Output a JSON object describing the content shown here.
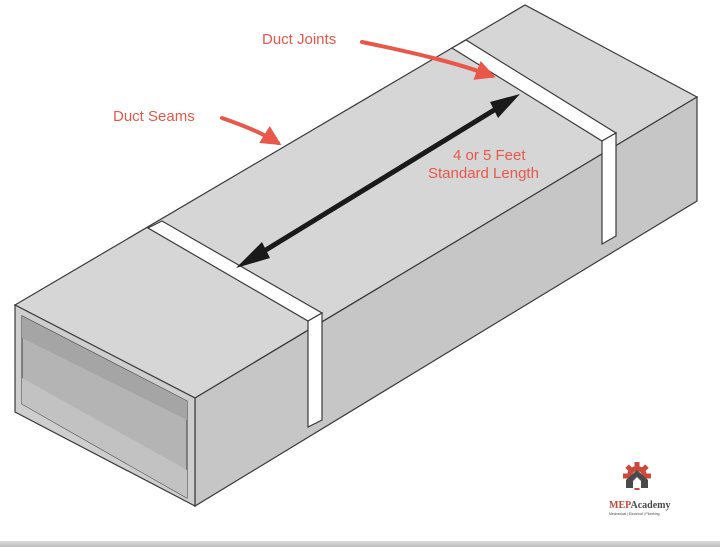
{
  "labels": {
    "duct_joints": "Duct Joints",
    "duct_seams": "Duct Seams",
    "length_line1": "4 or 5 Feet",
    "length_line2": "Standard Length"
  },
  "logo": {
    "brand_prefix": "MEP",
    "brand_suffix": "Academy",
    "tagline": "Mechanical | Electrical | Plumbing"
  },
  "colors": {
    "annotation": "#e8574a",
    "duct_top": "#d6d6d6",
    "duct_side": "#c6c6c6",
    "duct_inner": "#b4b4b4",
    "outline": "#3a3a3a",
    "dimension_arrow": "#1a1a1a",
    "logo_dark": "#4a4a4a",
    "logo_red": "#c94a3a"
  }
}
